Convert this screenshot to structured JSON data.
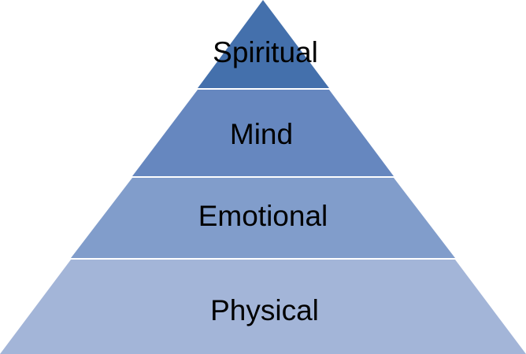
{
  "pyramid": {
    "tiers": [
      {
        "label": "Spiritual",
        "color": "#4470ac"
      },
      {
        "label": "Mind",
        "color": "#6687bf"
      },
      {
        "label": "Emotional",
        "color": "#819dcb"
      },
      {
        "label": "Physical",
        "color": "#a3b5d8"
      }
    ],
    "separator_color": "#ffffff"
  }
}
